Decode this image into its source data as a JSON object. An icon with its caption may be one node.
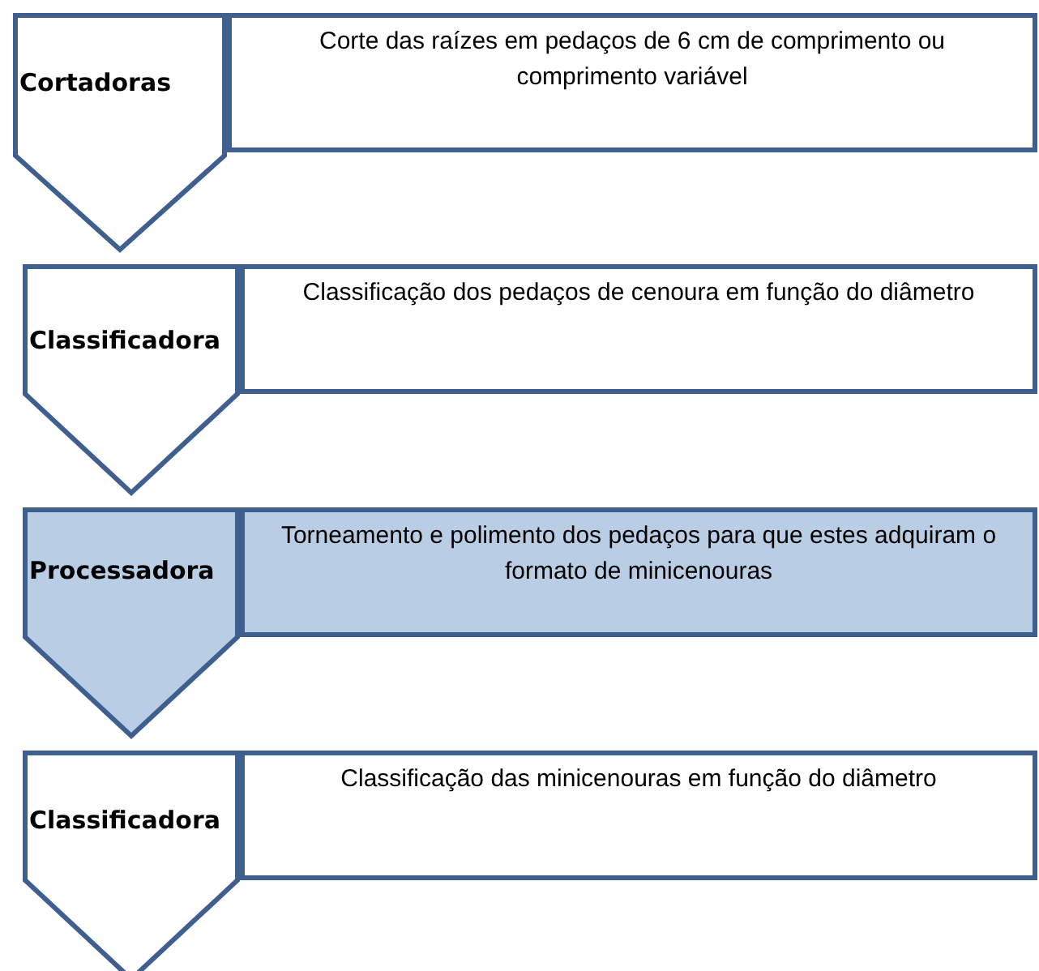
{
  "diagram": {
    "nodes": [
      {
        "text": [
          "Cortadoras"
        ]
      },
      {
        "text": [
          "Corte das raízes em pedaços de 6 cm de comprimento ou comprimento variável"
        ]
      },
      {
        "text": [
          "Classificadora"
        ]
      },
      {
        "text": [
          "Classificação dos pedaços de cenoura em função do diâmetro"
        ]
      },
      {
        "text": [
          "Processadora"
        ]
      },
      {
        "text": [
          "Torneamento e polimento dos pedaços para que estes adquiram o formato de minicenouras"
        ]
      },
      {
        "text": [
          "Classificadora"
        ]
      },
      {
        "text": [
          "Classificação das minicenouras em função do diâmetro"
        ]
      }
    ]
  }
}
